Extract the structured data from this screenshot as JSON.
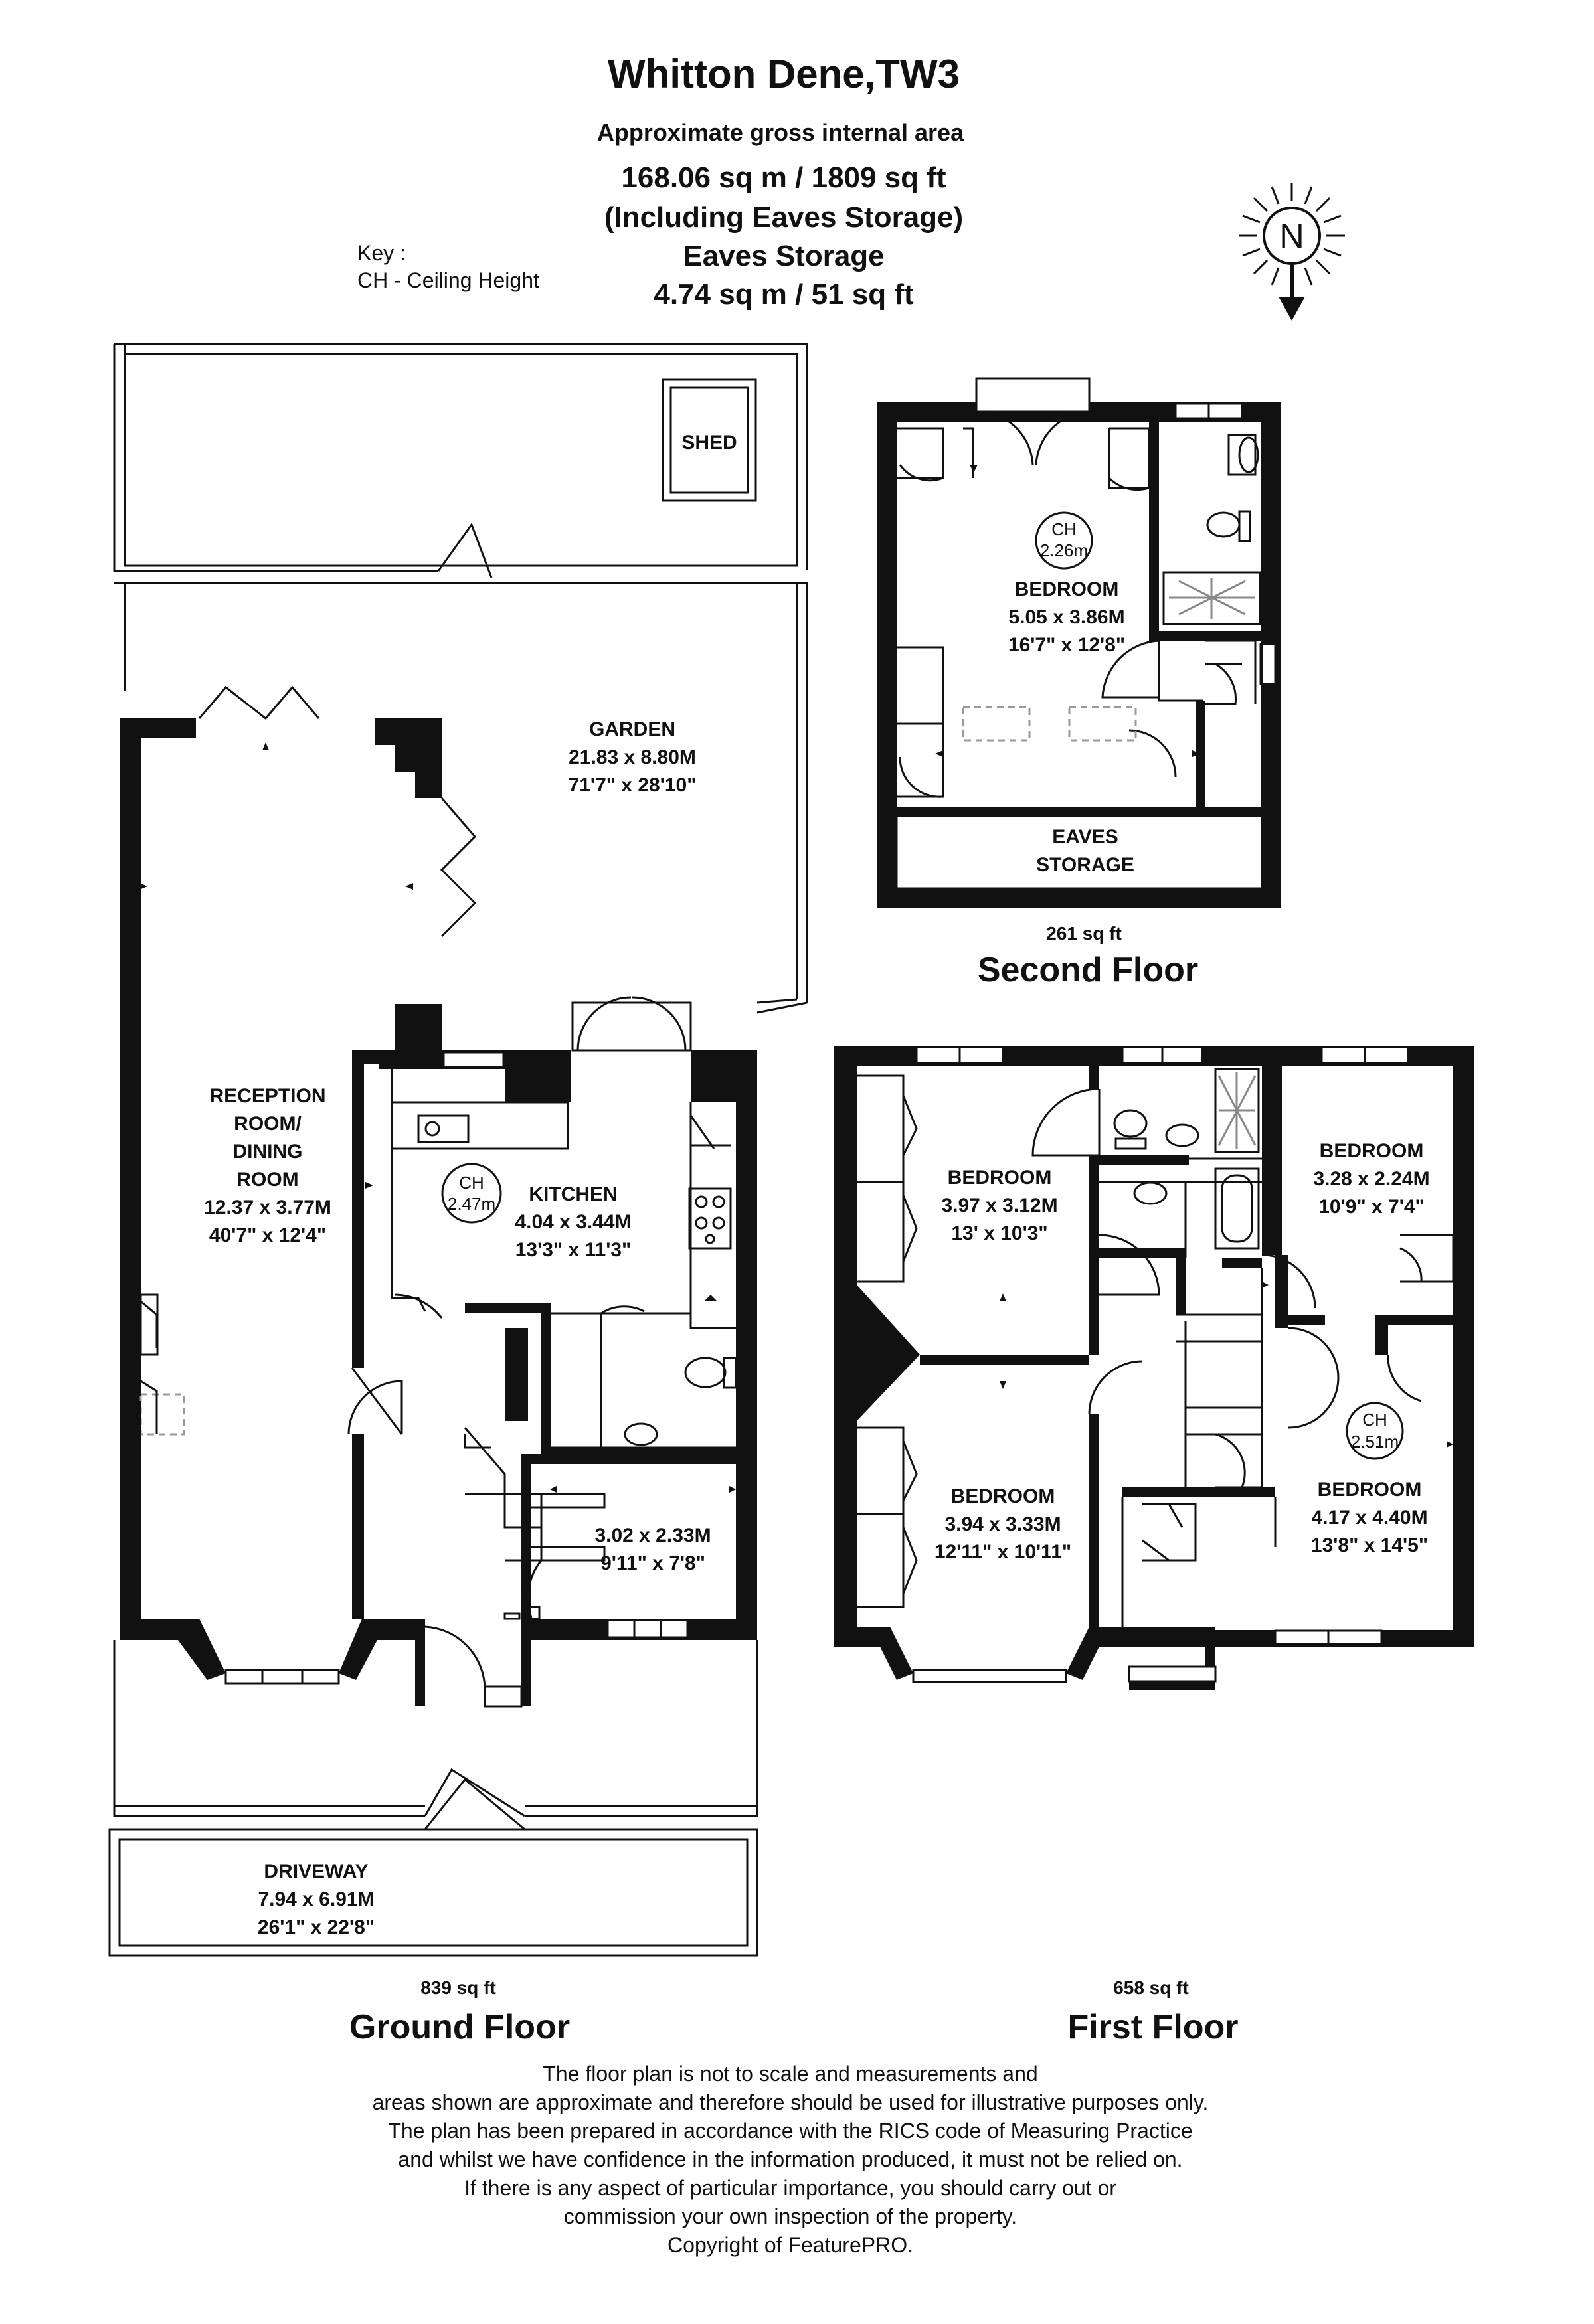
{
  "header": {
    "title": "Whitton Dene,TW3",
    "subtitle": "Approximate gross internal area",
    "total_area": "168.06 sq m /  1809 sq ft",
    "including": "(Including Eaves Storage)",
    "eaves_label": "Eaves Storage",
    "eaves_area": "4.74 sq m /  51 sq ft"
  },
  "key": {
    "title": "Key :",
    "entry": "CH - Ceiling Height"
  },
  "compass": {
    "letter": "N",
    "icon": "compass-rose-icon"
  },
  "ground_floor": {
    "name": "Ground Floor",
    "area": "839 sq ft",
    "shed": "SHED",
    "garden": {
      "name": "GARDEN",
      "metric": "21.83 x 8.80M",
      "imperial": "71'7\" x 28'10\""
    },
    "reception": {
      "line1": "RECEPTION",
      "line2": "ROOM/",
      "line3": "DINING",
      "line4": "ROOM",
      "metric": "12.37 x 3.77M",
      "imperial": "40'7\" x 12'4\""
    },
    "kitchen": {
      "name": "KITCHEN",
      "metric": "4.04 x 3.44M",
      "imperial": "13'3\" x 11'3\"",
      "ch_label": "CH",
      "ch_value": "2.47m"
    },
    "study": {
      "metric": "3.02 x 2.33M",
      "imperial": "9'11\" x 7'8\""
    },
    "driveway": {
      "name": "DRIVEWAY",
      "metric": "7.94 x 6.91M",
      "imperial": "26'1\" x 22'8\""
    }
  },
  "first_floor": {
    "name": "First Floor",
    "area": "658 sq ft",
    "bedroom_a": {
      "name": "BEDROOM",
      "metric": "3.97 x 3.12M",
      "imperial": "13' x 10'3\""
    },
    "bedroom_b": {
      "name": "BEDROOM",
      "metric": "3.28 x 2.24M",
      "imperial": "10'9\" x 7'4\""
    },
    "bedroom_c": {
      "name": "BEDROOM",
      "metric": "3.94 x 3.33M",
      "imperial": "12'11\" x 10'11\""
    },
    "bedroom_d": {
      "name": "BEDROOM",
      "metric": "4.17 x 4.40M",
      "imperial": "13'8\" x 14'5\"",
      "ch_label": "CH",
      "ch_value": "2.51m"
    }
  },
  "second_floor": {
    "name": "Second Floor",
    "area": "261 sq ft",
    "bedroom": {
      "name": "BEDROOM",
      "metric": "5.05 x 3.86M",
      "imperial": "16'7\" x 12'8\"",
      "ch_label": "CH",
      "ch_value": "2.26m"
    },
    "eaves_line1": "EAVES",
    "eaves_line2": "STORAGE"
  },
  "disclaimer": [
    "The floor plan is not to scale and measurements and",
    "areas shown are approximate and therefore should be used for illustrative purposes only.",
    "The plan has been prepared in accordance with the RICS code of Measuring Practice",
    "and whilst we have confidence in the information produced, it must not be relied on.",
    "If there is any aspect of particular importance, you should carry out or",
    "commission your own inspection of the property.",
    "Copyright of FeaturePRO."
  ]
}
